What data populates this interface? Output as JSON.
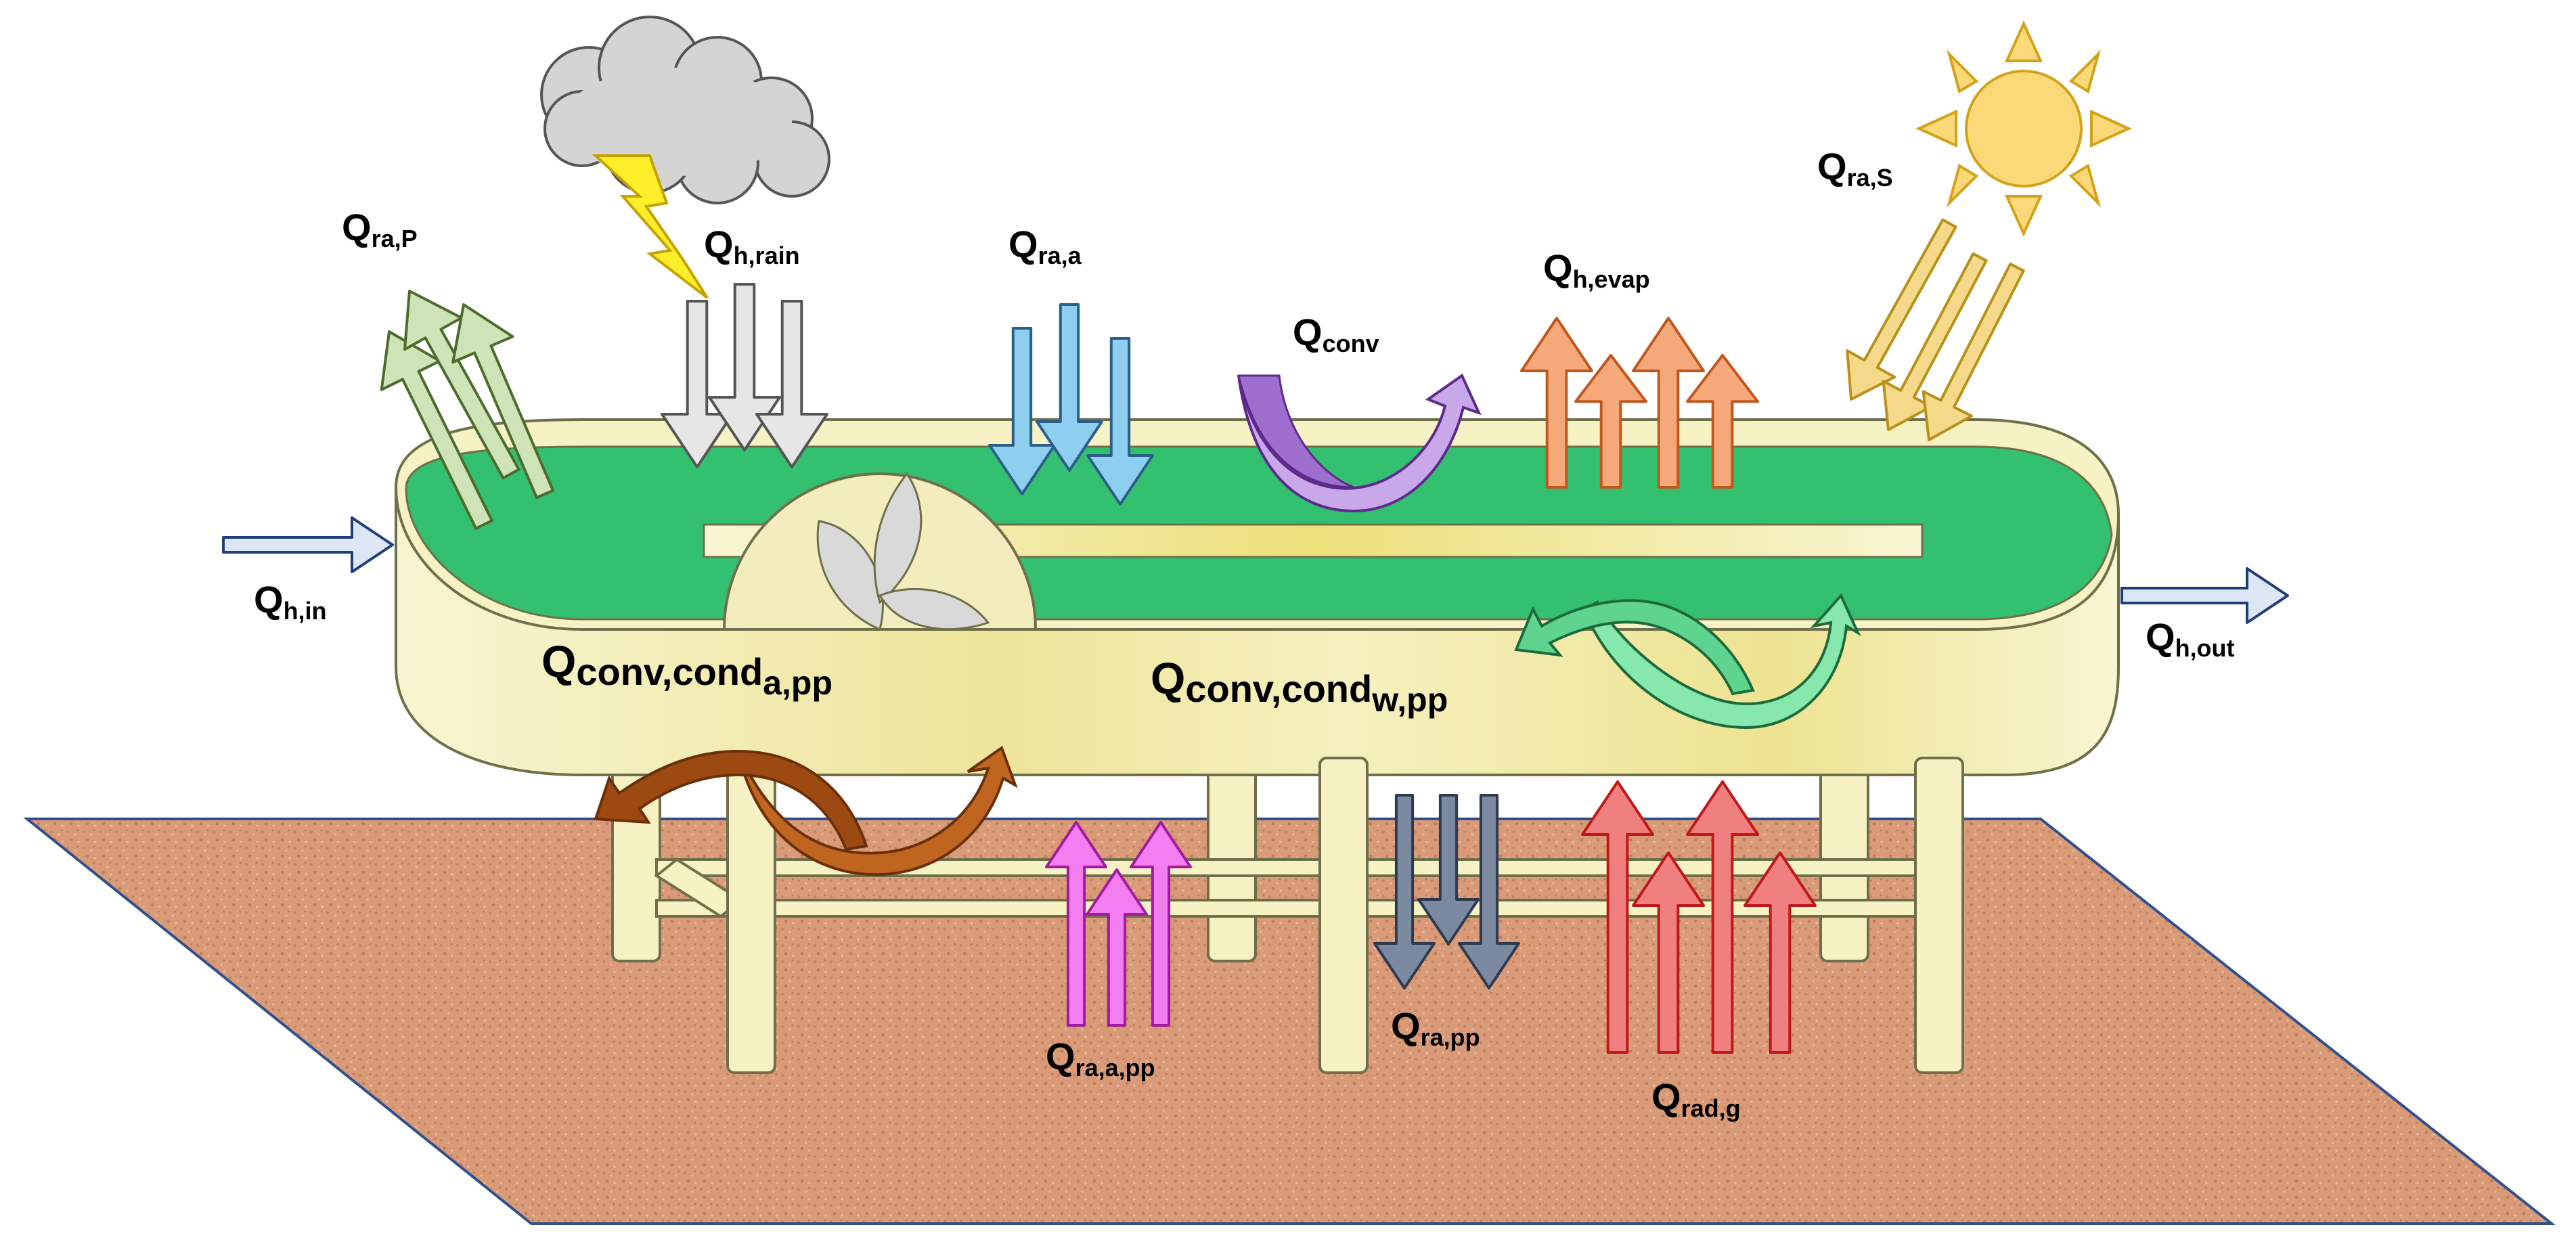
{
  "colors": {
    "ground": "#d99a78",
    "ground_edge": "#2f4f8f",
    "pond_body": "#f6f2c4",
    "pond_edge": "#8a8a5a",
    "water": "#33c070",
    "radiation_sky": "#8ecff0",
    "rain_heat": "#e6e6e6",
    "evaporation": "#f5a97a",
    "solar": "#f5d98a",
    "sun": "#fbd978",
    "radiation_pond": "#cfe3b8",
    "inflow_outflow": "#dce6f5",
    "convection_air": "#b58fd6",
    "convection_water": "#55d48f",
    "convection_pp": "#b2571e",
    "radiation_a_pp": "#f27ef0",
    "radiation_pp": "#7b8aa0",
    "radiation_ground": "#f08080"
  },
  "icons": [
    "cloud-icon",
    "lightning-icon",
    "sun-icon",
    "paddlewheel-icon"
  ],
  "labels": {
    "q_ra_p": {
      "main": "Q",
      "sub": "ra,P"
    },
    "q_h_rain": {
      "main": "Q",
      "sub": "h,rain"
    },
    "q_ra_a": {
      "main": "Q",
      "sub": "ra,a"
    },
    "q_conv": {
      "main": "Q",
      "sub": "conv"
    },
    "q_h_evap": {
      "main": "Q",
      "sub": "h,evap"
    },
    "q_ra_s": {
      "main": "Q",
      "sub": "ra,S"
    },
    "q_h_in": {
      "main": "Q",
      "sub": "h,in"
    },
    "q_h_out": {
      "main": "Q",
      "sub": "h,out"
    },
    "q_conv_cond_a_pp": {
      "main": "Q",
      "sub1": "conv",
      "mid": ",cond",
      "sub2": "a,pp"
    },
    "q_conv_cond_w_pp": {
      "main": "Q",
      "sub1": "conv",
      "mid": ",cond",
      "sub2": "w,pp"
    },
    "q_ra_a_pp": {
      "main": "Q",
      "sub": "ra,a,pp"
    },
    "q_ra_pp": {
      "main": "Q",
      "sub": "ra,pp"
    },
    "q_rad_g": {
      "main": "Q",
      "sub": "rad,g"
    }
  }
}
